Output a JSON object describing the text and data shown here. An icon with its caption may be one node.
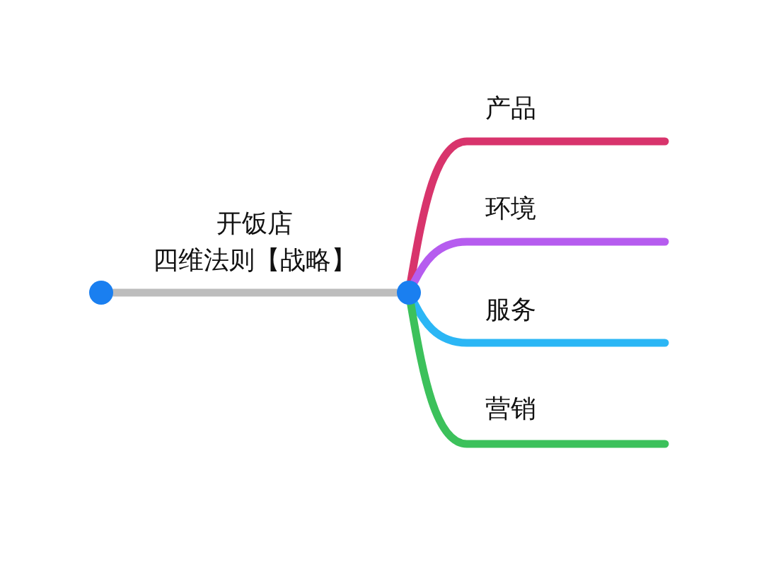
{
  "diagram": {
    "nodes": [
      {
        "text": [],
        "shape": "circle"
      },
      {
        "text": [],
        "shape": "circle"
      }
    ],
    "edges": [
      {
        "from": 0,
        "to": 1,
        "arrow": "none",
        "label": "开饭店四维法则【战略】",
        "color": "#bdbdbd"
      },
      {
        "from": 1,
        "to": null,
        "arrow": "none",
        "label": "产品",
        "color": "#d8346c"
      },
      {
        "from": 1,
        "to": null,
        "arrow": "none",
        "label": "环境",
        "color": "#b65cef"
      },
      {
        "from": 1,
        "to": null,
        "arrow": "none",
        "label": "服务",
        "color": "#2bb6f5"
      },
      {
        "from": 1,
        "to": null,
        "arrow": "none",
        "label": "营销",
        "color": "#3cc15b"
      }
    ]
  }
}
